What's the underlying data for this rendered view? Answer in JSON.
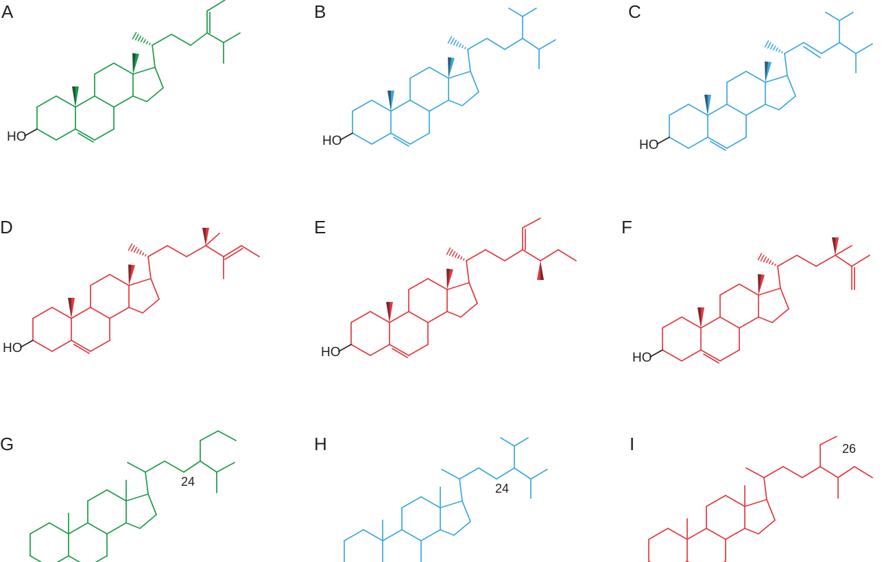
{
  "colors": {
    "green": "#1b9a47",
    "blue": "#3ba7dd",
    "red": "#e2373c",
    "dark": "#231f20"
  },
  "panels": [
    {
      "id": "A",
      "label": "A",
      "color": "green",
      "side_chain": "ethylidene-isopropyl",
      "hydroxyl": "HO",
      "number": ""
    },
    {
      "id": "B",
      "label": "B",
      "color": "blue",
      "side_chain": "diisopropyl",
      "hydroxyl": "HO",
      "number": ""
    },
    {
      "id": "C",
      "label": "C",
      "color": "blue",
      "side_chain": "diisopropyl-alkene",
      "hydroxyl": "HO",
      "number": ""
    },
    {
      "id": "D",
      "label": "D",
      "color": "red",
      "side_chain": "ethyl-butenyl",
      "hydroxyl": "HO",
      "number": ""
    },
    {
      "id": "E",
      "label": "E",
      "color": "red",
      "side_chain": "ethylidene-sec-butyl",
      "hydroxyl": "HO",
      "number": ""
    },
    {
      "id": "F",
      "label": "F",
      "color": "red",
      "side_chain": "ethyl-methylene",
      "hydroxyl": "HO",
      "number": ""
    },
    {
      "id": "G",
      "label": "G",
      "color": "green",
      "side_chain": "propyl-isopropyl",
      "hydroxyl": "",
      "number": "24"
    },
    {
      "id": "H",
      "label": "H",
      "color": "blue",
      "side_chain": "diisopropyl",
      "hydroxyl": "",
      "number": "24"
    },
    {
      "id": "I",
      "label": "I",
      "color": "red",
      "side_chain": "ethyl-sec-butyl",
      "hydroxyl": "",
      "number": "26"
    }
  ]
}
